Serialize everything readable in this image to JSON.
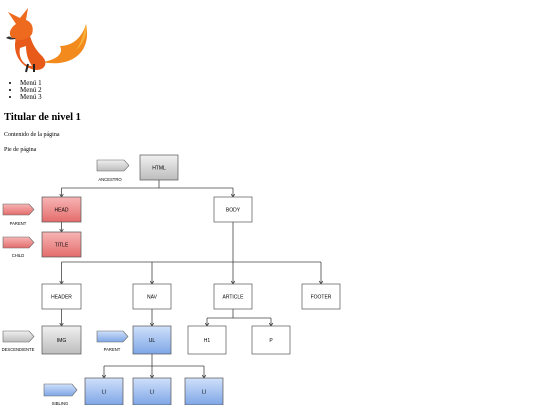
{
  "menu": {
    "items": [
      "Menú 1",
      "Menú 2",
      "Menú 3"
    ]
  },
  "heading": "Titular de nivel 1",
  "content_text": "Contenido de la página",
  "footer_text": "Pie de página",
  "diagram": {
    "nodes": {
      "html": "HTML",
      "head": "HEAD",
      "body": "BODY",
      "title": "TITLE",
      "header": "HEADER",
      "nav": "NAV",
      "article": "ARTICLE",
      "footer": "FOOTER",
      "img": "IMG",
      "ul": "UL",
      "h1": "H1",
      "p": "P",
      "li1": "LI",
      "li2": "LI",
      "li3": "LI"
    },
    "tags": {
      "ancestro": "ANCESTRO",
      "parent1": "PARENT",
      "child": "CHILD",
      "descendiente": "DESCENDIENTE",
      "parent2": "PARENT",
      "sibling": "SIBLING"
    },
    "colors": {
      "gray": "#cfcfcf",
      "red": "#ee8a8a",
      "blue": "#9fbfee",
      "white": "#ffffff"
    }
  }
}
